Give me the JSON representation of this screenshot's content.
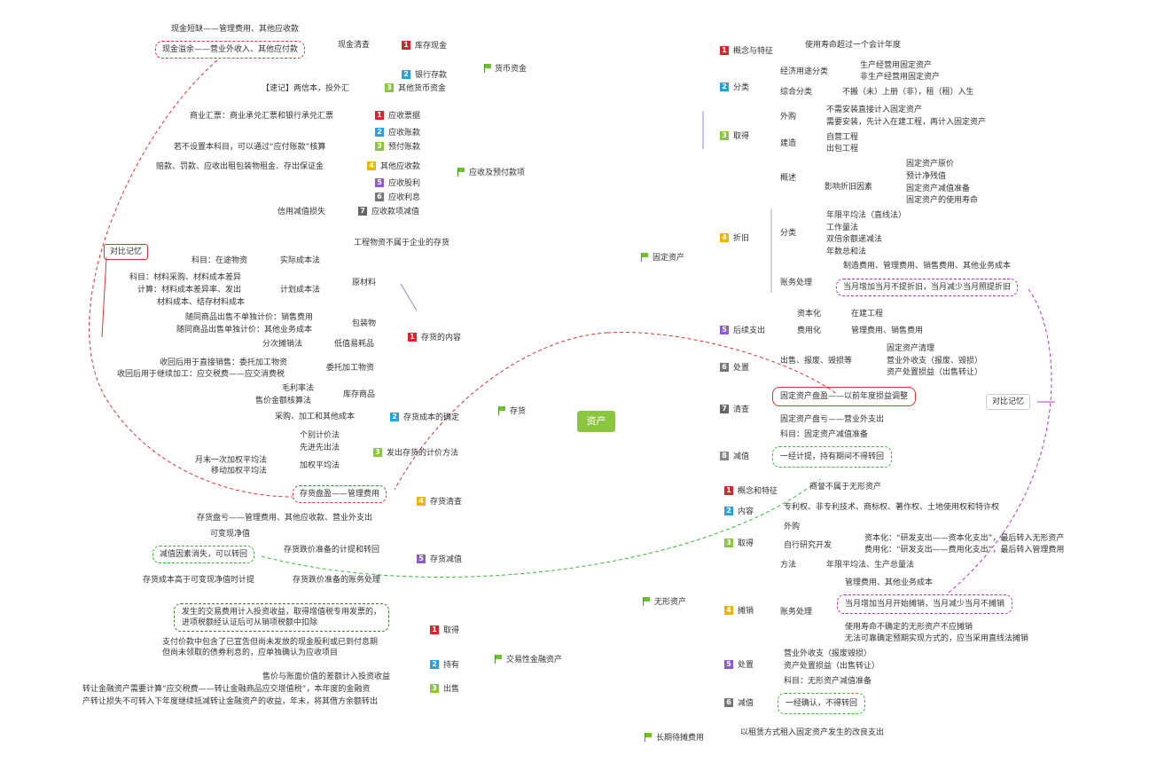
{
  "center": "资产",
  "left": {
    "cash": {
      "label": "货币资金",
      "items": [
        {
          "n": "1",
          "label": "库存现金"
        },
        {
          "n": "2",
          "label": "银行存款"
        },
        {
          "n": "3",
          "label": "其他货币资金"
        }
      ],
      "cash_check": "现金清查",
      "shortage": "现金短缺——管理费用、其他应收款",
      "surplus": "现金溢余——营业外收入、其他应付款",
      "remember": "【速记】两信本，投外汇"
    },
    "receivables": {
      "label": "应收及预付款项",
      "items": [
        {
          "n": "1",
          "label": "应收票据"
        },
        {
          "n": "2",
          "label": "应收账款"
        },
        {
          "n": "3",
          "label": "预付账款"
        },
        {
          "n": "4",
          "label": "其他应收款"
        },
        {
          "n": "5",
          "label": "应收股利"
        },
        {
          "n": "6",
          "label": "应收利息"
        },
        {
          "n": "7",
          "label": "应收款项减值"
        }
      ],
      "note_bills": "商业汇票：商业承兑汇票和银行承兑汇票",
      "note_prepay": "若不设置本科目，可以通过“应付账款”核算",
      "note_other": "赔款、罚款、应收出租包装物租金、存出保证金",
      "note_impair": "信用减值损失"
    },
    "inventory": {
      "label": "存货",
      "contents": "存货的内容",
      "cip_note": "工程物资不属于企业的存货",
      "compare": "对比记忆",
      "raw": "原材料",
      "actual_cost": "实际成本法",
      "actual_subject": "科目：在途物资",
      "plan_cost": "计划成本法",
      "plan_l1": "科目：材料采购、材料成本差异",
      "plan_l2": "计算：材料成本差异率、发出",
      "plan_l3": "材料成本、结存材料成本",
      "packaging": "包装物",
      "pack_l1": "随同商品出售不单独计价：销售费用",
      "pack_l2": "随同商品出售单独计价：其他业务成本",
      "low_value": "低值易耗品",
      "low_value_method": "分次摊销法",
      "consign": "委托加工物资",
      "consign_l1": "收回后用于直接销售：委托加工物资",
      "consign_l2": "收回后用于继续加工：应交税费——应交消费税",
      "stock": "库存商品",
      "stock_l1": "毛利率法",
      "stock_l2": "售价金额核算法",
      "cost_determine": "存货成本的确定",
      "cost_items": "采购、加工和其他成本",
      "issue_method": "发出存货的计价方法",
      "issue_l1": "个别计价法",
      "issue_l2": "先进先出法",
      "issue_l3": "加权平均法",
      "issue_l4": "月末一次加权平均法",
      "issue_l5": "移动加权平均法",
      "check": "存货清查",
      "check_surplus": "存货盘盈——管理费用",
      "check_shortage": "存货盘亏——管理费用、其他应收款、营业外支出",
      "impair": "存货减值",
      "impair_l1": "可变现净值",
      "impair_l2": "存货跌价准备的计提和转回",
      "impair_l3": "存货跌价准备的账务处理",
      "impair_l4": "存货成本高于可变现净值时计提",
      "impair_box": "减值因素消失，可以转回"
    },
    "trading": {
      "label": "交易性金融资产",
      "items": [
        {
          "n": "1",
          "label": "取得"
        },
        {
          "n": "2",
          "label": "持有"
        },
        {
          "n": "3",
          "label": "出售"
        }
      ],
      "acq_box_l1": "发生的交易费用计入投资收益，取得增值税专用发票的，",
      "acq_box_l2": "进项税额经认证后可从销项税额中扣除",
      "acq_l1": "支付价款中包含了已宣告但尚未发放的现金股利或已到付息期",
      "acq_l2": "但尚未领取的债券利息的，应单独确认为应收项目",
      "hold": "售价与账面价值的差额计入投资收益",
      "sell_l1": "转让金融资产需要计算“应交税费——转让金融商品应交增值税”，本年度的金融资",
      "sell_l2": "产转让损失不可转入下年度继续抵减转让金融资产的收益，年末，将其借方余额转出"
    }
  },
  "right": {
    "fixed": {
      "label": "固定资产",
      "items": [
        {
          "n": "1",
          "label": "概念与特征"
        },
        {
          "n": "2",
          "label": "分类"
        },
        {
          "n": "3",
          "label": "取得"
        },
        {
          "n": "4",
          "label": "折旧"
        },
        {
          "n": "5",
          "label": "后续支出"
        },
        {
          "n": "6",
          "label": "处置"
        },
        {
          "n": "7",
          "label": "清查"
        },
        {
          "n": "8",
          "label": "减值"
        }
      ],
      "concept": "使用寿命超过一个会计年度",
      "cls_econ": "经济用途分类",
      "cls_econ_l1": "生产经营用固定资产",
      "cls_econ_l2": "非生产经营用固定资产",
      "cls_comp": "综合分类",
      "cls_comp_l1": "不搬（未）上册（非），租（租）入生",
      "acq_buy": "外购",
      "acq_buy_l1": "不需安装直接计入固定资产",
      "acq_buy_l2": "需要安装，先计入在建工程，再计入固定资产",
      "acq_build": "建造",
      "acq_build_l1": "自营工程",
      "acq_build_l2": "出包工程",
      "dep_overview": "概述",
      "dep_factors": "影响折旧因素",
      "dep_f1": "固定资产原价",
      "dep_f2": "预计净残值",
      "dep_f3": "固定资产减值准备",
      "dep_f4": "固定资产的使用寿命",
      "dep_cls": "分类",
      "dep_c1": "年限平均法（直线法）",
      "dep_c2": "工作量法",
      "dep_c3": "双倍余额递减法",
      "dep_c4": "年数总和法",
      "dep_acct": "账务处理",
      "dep_acct_l1": "制造费用、管理费用、销售费用、其他业务成本",
      "dep_acct_box": "当月增加当月不提折旧，当月减少当月照提折旧",
      "sub_cap": "资本化",
      "sub_cap_l1": "在建工程",
      "sub_exp": "费用化",
      "sub_exp_l1": "管理费用、销售费用",
      "disp_kind": "出售、报废、毁损等",
      "disp_l1": "固定资产清理",
      "disp_l2": "营业外收支（报废、毁损）",
      "disp_l3": "资产处置损益（出售转让）",
      "check_box": "固定资产盘盈——以前年度损益调整",
      "check_l1": "固定资产盘亏——营业外支出",
      "compare": "对比记忆",
      "impair_subject": "科目：固定资产减值准备",
      "impair_box": "一经计提，持有期间不得转回"
    },
    "intangible": {
      "label": "无形资产",
      "items": [
        {
          "n": "1",
          "label": "概念和特征"
        },
        {
          "n": "2",
          "label": "内容"
        },
        {
          "n": "3",
          "label": "取得"
        },
        {
          "n": "4",
          "label": "摊销"
        },
        {
          "n": "5",
          "label": "处置"
        },
        {
          "n": "6",
          "label": "减值"
        }
      ],
      "concept": "商誉不属于无形资产",
      "content": "专利权、非专利技术、商标权、著作权、土地使用权和特许权",
      "acq_buy": "外购",
      "acq_dev": "自行研究开发",
      "acq_dev_l1": "资本化：“研发支出——资本化支出”，最后转入无形资产",
      "acq_dev_l2": "费用化：“研发支出——费用化支出”，最后转入管理费用",
      "amort_method": "方法",
      "amort_method_l1": "年限平均法、生产总量法",
      "amort_acct": "账务处理",
      "amort_acct_l1": "管理费用、其他业务成本",
      "amort_box": "当月增加当月开始摊销，当月减少当月不摊销",
      "amort_l2": "使用寿命不确定的无形资产不应摊销",
      "amort_l3": "无法可靠确定预期实现方式的，应当采用直线法摊销",
      "disp_l1": "营业外收支（报废毁损）",
      "disp_l2": "资产处置损益（出售转让）",
      "disp_l3": "科目：无形资产减值准备",
      "impair_box": "一经确认，不得转回"
    },
    "deferred": {
      "label": "长期待摊费用",
      "note": "以租赁方式租入固定资产发生的改良支出"
    }
  }
}
